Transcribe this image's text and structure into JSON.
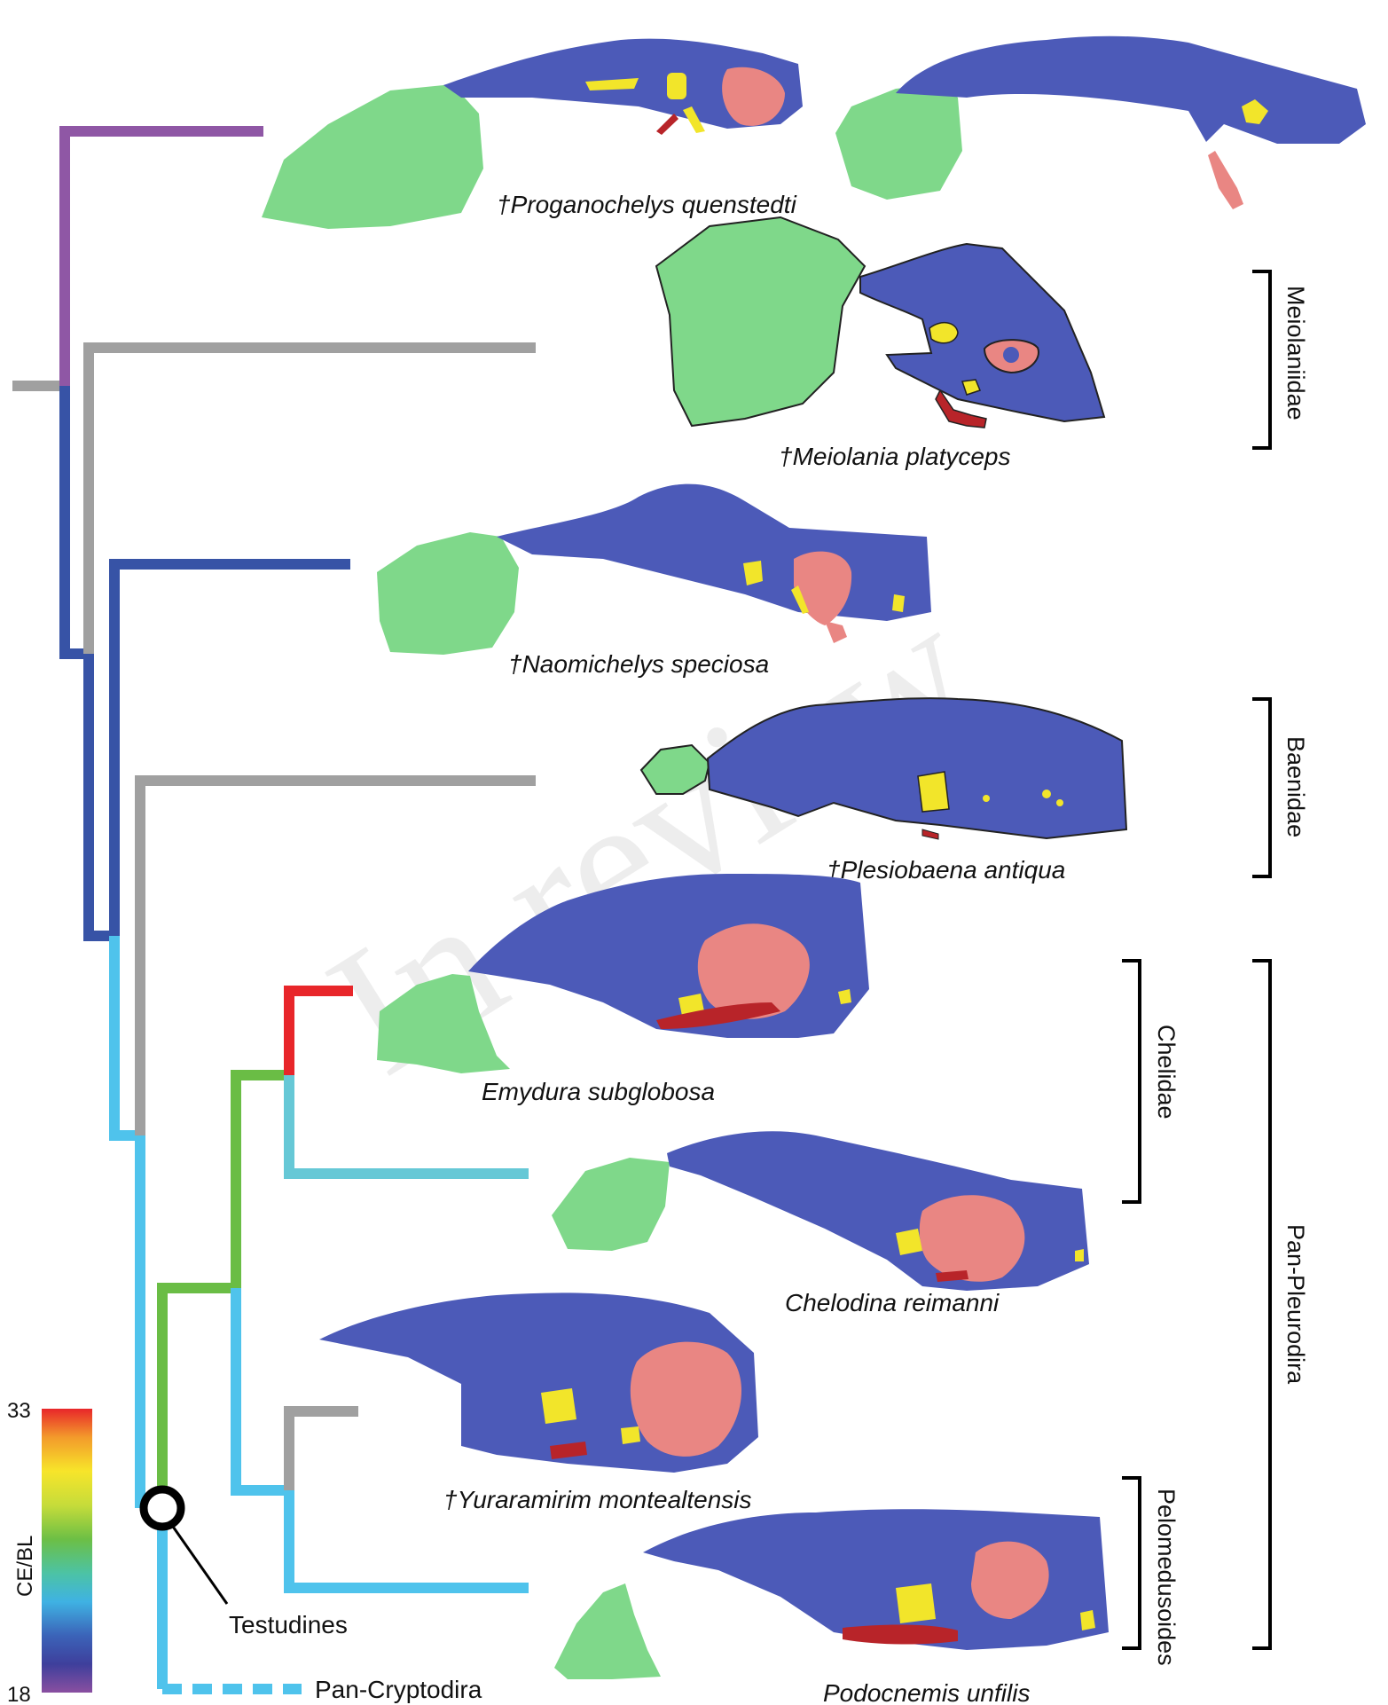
{
  "watermark": "In review",
  "species": [
    {
      "id": "proganochelys",
      "name": "†Proganochelys quenstedti"
    },
    {
      "id": "meiolania",
      "name": "†Meiolania platyceps"
    },
    {
      "id": "naomichelys",
      "name": "†Naomichelys speciosa"
    },
    {
      "id": "plesiobaena",
      "name": "†Plesiobaena antiqua"
    },
    {
      "id": "emydura",
      "name": "Emydura subglobosa"
    },
    {
      "id": "chelodina",
      "name": "Chelodina reimanni"
    },
    {
      "id": "yuraramirim",
      "name": "†Yuraramirim montealtensis"
    },
    {
      "id": "podocnemis",
      "name": "Podocnemis unfilis"
    }
  ],
  "clades": {
    "meiolaniidae": "Meiolaniidae",
    "baenidae": "Baenidae",
    "chelidae": "Chelidae",
    "pelomedusoides": "Pelomedusoides",
    "pan_pleurodira": "Pan-Pleurodira"
  },
  "node_labels": {
    "testudines": "Testudines",
    "pan_cryptodira": "Pan-Cryptodira"
  },
  "color_scale": {
    "title": "CE/BL",
    "max": "33",
    "min": "18",
    "gradient": [
      "#e8262a",
      "#f39a2b",
      "#f7e52a",
      "#c6dc3a",
      "#6cbf45",
      "#4cc3a5",
      "#3fb2e3",
      "#3b63b8",
      "#3e3f9c",
      "#8a4fa0"
    ]
  },
  "colors": {
    "purple": "#8f57a5",
    "dark_blue": "#3753a6",
    "light_blue": "#4fc3ec",
    "gray": "#a0a0a0",
    "green": "#6abd45",
    "red": "#e8262a",
    "teal": "#66c8d6",
    "endosseous": "#4c5ab8",
    "olfactory": "#7fd88a",
    "nerve": "#f2e52a",
    "labyrinth": "#e98683",
    "vessel": "#b82429"
  }
}
